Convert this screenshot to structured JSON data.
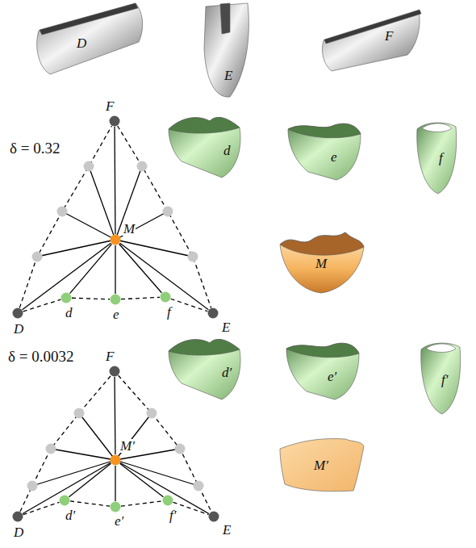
{
  "diagram": {
    "nodes": [
      {
        "text": [
          "D"
        ]
      },
      {
        "text": [
          "E"
        ]
      },
      {
        "text": [
          "F"
        ]
      },
      {
        "text": [
          "F"
        ]
      },
      {
        "text": [
          "M"
        ]
      },
      {
        "text": [
          "D"
        ]
      },
      {
        "text": [
          "d"
        ]
      },
      {
        "text": [
          "e"
        ]
      },
      {
        "text": [
          "f"
        ]
      },
      {
        "text": [
          "E"
        ]
      },
      {
        "text": [
          "d"
        ]
      },
      {
        "text": [
          "e"
        ]
      },
      {
        "text": [
          "f"
        ]
      },
      {
        "text": [
          "M"
        ]
      },
      {
        "text": [
          "F"
        ]
      },
      {
        "text": [
          "M′"
        ]
      },
      {
        "text": [
          "D"
        ]
      },
      {
        "text": [
          "d′"
        ]
      },
      {
        "text": [
          "e′"
        ]
      },
      {
        "text": [
          "f′"
        ]
      },
      {
        "text": [
          "E"
        ]
      },
      {
        "text": [
          "d′"
        ]
      },
      {
        "text": [
          "e′"
        ]
      },
      {
        "text": [
          "f′"
        ]
      },
      {
        "text": [
          "M′"
        ]
      }
    ],
    "edges": [
      {
        "from": 4,
        "to": 3,
        "arrow": "none"
      },
      {
        "from": 4,
        "to": 5,
        "arrow": "none"
      },
      {
        "from": 4,
        "to": 9,
        "arrow": "none"
      },
      {
        "from": 4,
        "to": 6,
        "arrow": "none"
      },
      {
        "from": 4,
        "to": 7,
        "arrow": "none"
      },
      {
        "from": 4,
        "to": 8,
        "arrow": "none"
      },
      {
        "from": 5,
        "to": 6,
        "arrow": "none"
      },
      {
        "from": 6,
        "to": 7,
        "arrow": "none"
      },
      {
        "from": 7,
        "to": 8,
        "arrow": "none"
      },
      {
        "from": 8,
        "to": 9,
        "arrow": "none"
      },
      {
        "from": 5,
        "to": 3,
        "arrow": "none"
      },
      {
        "from": 3,
        "to": 9,
        "arrow": "none"
      },
      {
        "from": 15,
        "to": 14,
        "arrow": "none"
      },
      {
        "from": 15,
        "to": 16,
        "arrow": "none"
      },
      {
        "from": 15,
        "to": 20,
        "arrow": "none"
      },
      {
        "from": 15,
        "to": 17,
        "arrow": "none"
      },
      {
        "from": 15,
        "to": 18,
        "arrow": "none"
      },
      {
        "from": 15,
        "to": 19,
        "arrow": "none"
      },
      {
        "from": 16,
        "to": 17,
        "arrow": "none"
      },
      {
        "from": 17,
        "to": 18,
        "arrow": "none"
      },
      {
        "from": 18,
        "to": 19,
        "arrow": "none"
      },
      {
        "from": 19,
        "to": 20,
        "arrow": "none"
      },
      {
        "from": 16,
        "to": 14,
        "arrow": "none"
      },
      {
        "from": 14,
        "to": 20,
        "arrow": "none"
      }
    ],
    "labels": [
      "δ = 0.32",
      "δ = 0.0032"
    ]
  }
}
